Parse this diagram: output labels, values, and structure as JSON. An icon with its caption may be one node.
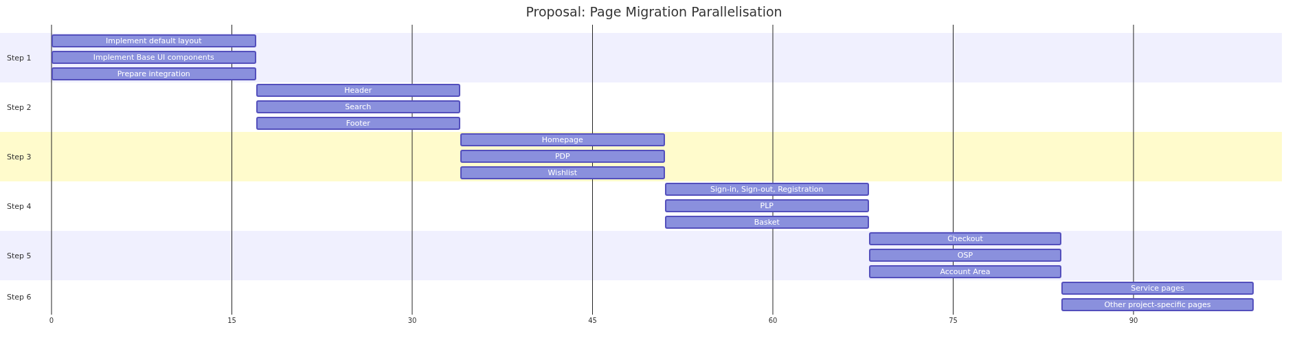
{
  "diagram": {
    "title": "Proposal: Page Migration Parallelisation",
    "nodes": [
      {
        "text": [
          "Step 1"
        ]
      },
      {
        "text": [
          "Implement default layout"
        ],
        "in": 0
      },
      {
        "text": [
          "Implement Base UI components"
        ],
        "in": 0
      },
      {
        "text": [
          "Prepare integration"
        ],
        "in": 0
      },
      {
        "text": [
          "Step 2"
        ]
      },
      {
        "text": [
          "Header"
        ],
        "in": 4
      },
      {
        "text": [
          "Search"
        ],
        "in": 4
      },
      {
        "text": [
          "Footer"
        ],
        "in": 4
      },
      {
        "text": [
          "Step 3"
        ]
      },
      {
        "text": [
          "Homepage"
        ],
        "in": 8
      },
      {
        "text": [
          "PDP"
        ],
        "in": 8
      },
      {
        "text": [
          "Wishlist"
        ],
        "in": 8
      },
      {
        "text": [
          "Step 4"
        ]
      },
      {
        "text": [
          "Sign-in, Sign-out, Registration"
        ],
        "in": 12
      },
      {
        "text": [
          "PLP"
        ],
        "in": 12
      },
      {
        "text": [
          "Basket"
        ],
        "in": 12
      },
      {
        "text": [
          "Step 5"
        ]
      },
      {
        "text": [
          "Checkout"
        ],
        "in": 16
      },
      {
        "text": [
          "OSP"
        ],
        "in": 16
      },
      {
        "text": [
          "Account Area"
        ],
        "in": 16
      },
      {
        "text": [
          "Step 6"
        ]
      },
      {
        "text": [
          "Service pages"
        ],
        "in": 20
      },
      {
        "text": [
          "Other project-specific pages"
        ],
        "in": 20
      }
    ],
    "edges": [],
    "labels": [
      "0",
      "15",
      "30",
      "45",
      "60",
      "75",
      "90"
    ]
  }
}
